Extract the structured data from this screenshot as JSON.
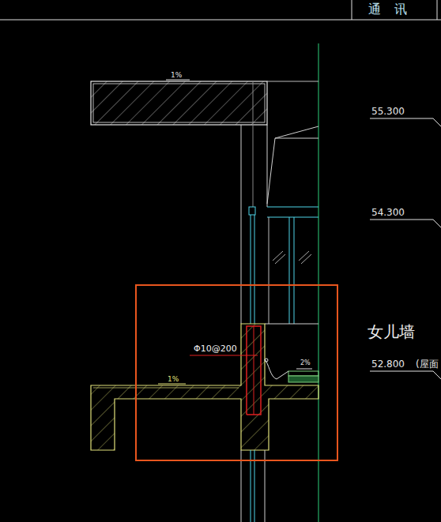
{
  "diagram": {
    "labels": [
      "通 讯",
      "1%",
      "55.300",
      "54.300",
      "女儿墙",
      "Φ10@200",
      "2%",
      "52.800",
      "(屋面",
      "1%"
    ]
  }
}
